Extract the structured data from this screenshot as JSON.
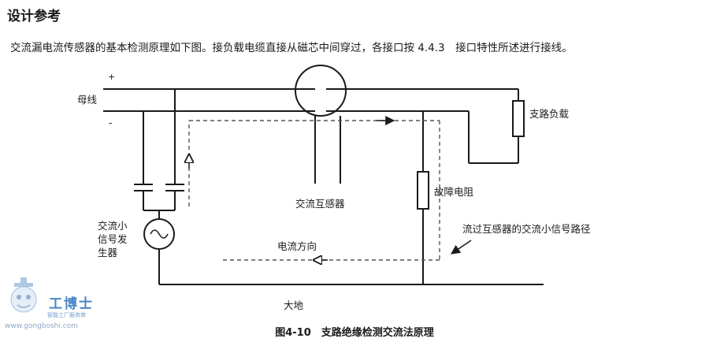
{
  "section_title": "设计参考",
  "intro_text": "交流漏电流传感器的基本检测原理如下图。接负载电缆直接从磁芯中间穿过，各接口按 4.4.3　接口特性所述进行接线。",
  "diagram": {
    "plus_sign": "+",
    "minus_sign": "-",
    "busbar_label": "母线",
    "branch_load_label": "支路负载",
    "ct_label": "交流互感器",
    "fault_resistor_label": "故障电阻",
    "signal_path_label": "流过互感器的交流小信号路径",
    "current_direction_label": "电流方向",
    "generator_label_lines": [
      "交流小",
      "信号发",
      "生器"
    ],
    "ground_label": "大地"
  },
  "caption": "图4-10　支路绝缘检测交流法原理",
  "watermark": {
    "brand": "工博士",
    "subtitle": "智能工厂服务商",
    "url": "www.gongboshi.com"
  },
  "colors": {
    "line": "#1a1a1a",
    "dashed_path": "#555555",
    "watermark": "#4a86c5"
  }
}
